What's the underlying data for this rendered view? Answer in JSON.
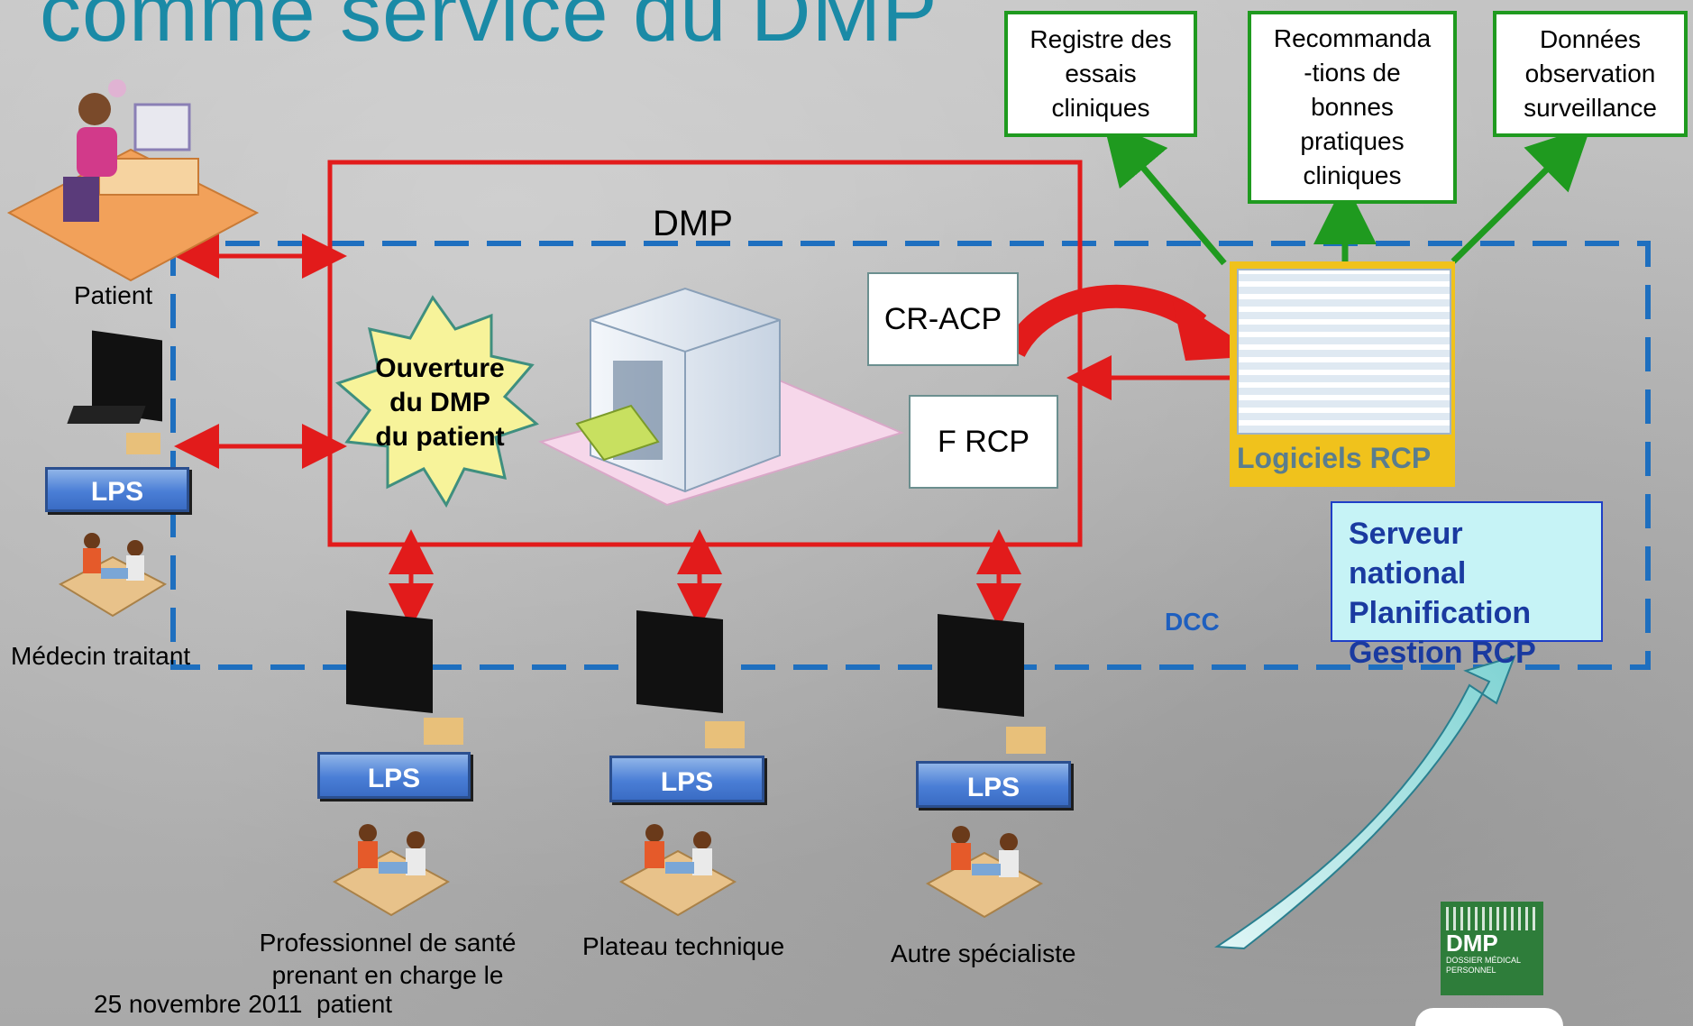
{
  "title": "comme service du DMP",
  "dmp": {
    "label": "DMP",
    "burst": [
      "Ouverture",
      "du DMP",
      "du patient"
    ]
  },
  "docs": {
    "cr_acp": "CR-ACP",
    "f_rcp": "F RCP"
  },
  "green_boxes": [
    {
      "lines": [
        "Registre des",
        "essais",
        "cliniques"
      ]
    },
    {
      "lines": [
        "Recommanda",
        "-tions de",
        "bonnes",
        "pratiques",
        "cliniques"
      ]
    },
    {
      "lines": [
        "Données",
        "observation",
        "surveillance"
      ]
    }
  ],
  "logiciels": "Logiciels RCP",
  "serveur": [
    "Serveur national",
    "Planification",
    "Gestion RCP"
  ],
  "dcc": "DCC",
  "actors": {
    "patient": "Patient",
    "medecin": "Médecin traitant",
    "pro_sante": [
      "Professionnel de santé",
      "prenant en charge le",
      "patient"
    ],
    "plateau": "Plateau technique",
    "specialiste": "Autre spécialiste"
  },
  "lps": "LPS",
  "date": "25 novembre 2011",
  "logo": {
    "brand": "DMP",
    "sub": [
      "DOSSIER MÉDICAL",
      "PERSONNEL"
    ]
  },
  "colors": {
    "red": "#e21b1b",
    "green": "#1f9a1f",
    "blue": "#1e6fbf",
    "teal": "#1a8aa6",
    "gold": "#f0c21c"
  }
}
